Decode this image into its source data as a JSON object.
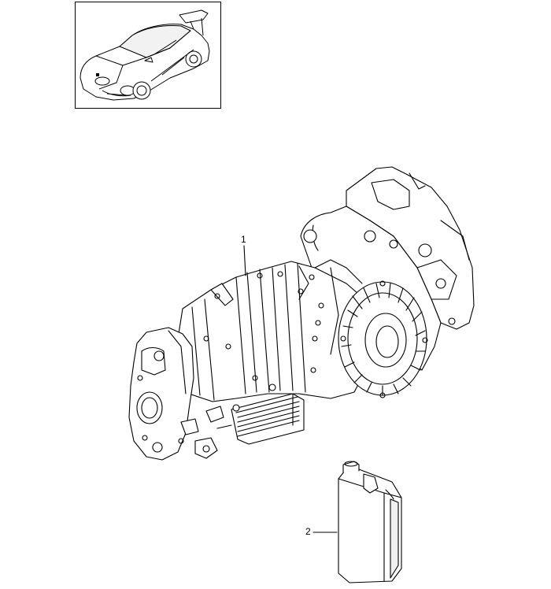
{
  "diagram": {
    "callouts": [
      {
        "id": "1",
        "label": "1"
      },
      {
        "id": "2",
        "label": "2"
      }
    ],
    "colors": {
      "line": "#000000",
      "fill": "#ffffff",
      "shade": "#e8e8e8"
    }
  }
}
